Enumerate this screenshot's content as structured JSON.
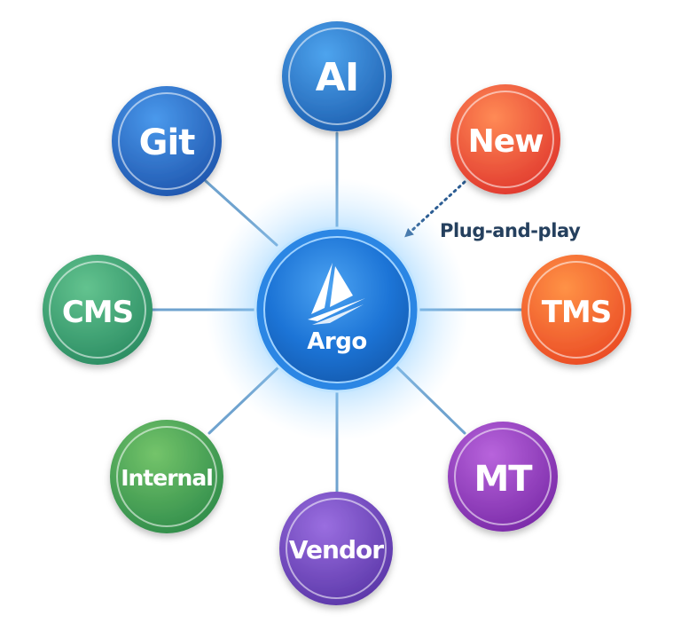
{
  "hub": {
    "label": "Argo",
    "icon": "argo-sail-logo"
  },
  "nodes": [
    {
      "id": "ai",
      "label": "AI",
      "color": "#2a7fd1"
    },
    {
      "id": "new",
      "label": "New",
      "color": "#f0553a"
    },
    {
      "id": "git",
      "label": "Git",
      "color": "#2c74cd"
    },
    {
      "id": "cms",
      "label": "CMS",
      "color": "#3fa67a"
    },
    {
      "id": "tms",
      "label": "TMS",
      "color": "#f5622c"
    },
    {
      "id": "internal",
      "label": "Internal",
      "color": "#4bab5a"
    },
    {
      "id": "mt",
      "label": "MT",
      "color": "#9a3fc4"
    },
    {
      "id": "vendor",
      "label": "Vendor",
      "color": "#7a4bc8"
    }
  ],
  "annotation": {
    "label": "Plug-and-play"
  },
  "colors": {
    "hub": "#1f7fe0",
    "connector": "#6fa3cf",
    "annotation_text": "#25405e",
    "arrow": "#2c5d93"
  }
}
